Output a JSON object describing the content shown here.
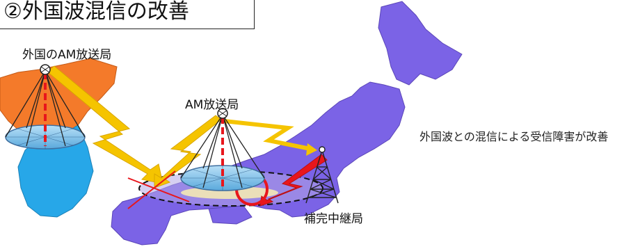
{
  "title": "②外国波混信の改善",
  "labels": {
    "foreign_station": "外国のAM放送局",
    "am_station": "AM放送局",
    "relay_station": "補完中継局"
  },
  "description": "外国波との混信による受信障害が改善",
  "colors": {
    "japan": "#7b63e6",
    "north_korea": "#f47a2a",
    "south_korea": "#27a7e8",
    "signal_arrow": "#f5c400",
    "relay_arrow": "#e8161c",
    "mast_red": "#e8161c",
    "antenna_disk": "#8ec9ee"
  }
}
